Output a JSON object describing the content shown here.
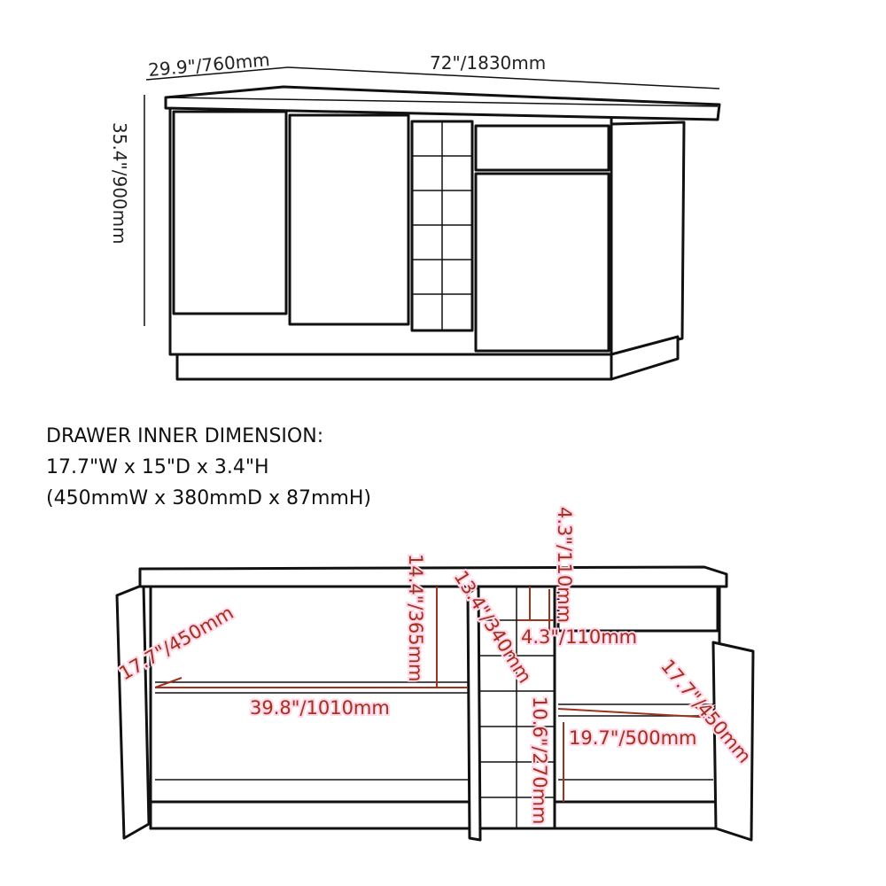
{
  "top_view": {
    "depth_label": "29.9\"/760mm",
    "width_label": "72\"/1830mm",
    "height_label": "35.4\"/900mm"
  },
  "drawer_note": {
    "title": "DRAWER INNER DIMENSION:",
    "imperial": "17.7\"W x 15\"D x 3.4\"H",
    "metric": "(450mmW x 380mmD x 87mmH)"
  },
  "open_view": {
    "left_door_label": "17.7\"/450mm",
    "left_shelf_height_label": "14.4\"/365mm",
    "left_width_label": "39.8\"/1010mm",
    "rack_depth_label": "13.4\"/340mm",
    "drawer_height_label": "4.3\"/110mm",
    "rack_cell_label": "4.3\"/110mm",
    "rack_height_label": "10.6\"/270mm",
    "right_width_label": "19.7\"/500mm",
    "right_door_label": "17.7\"/450mm"
  },
  "colors": {
    "line": "#111111",
    "dimension": "#a0321e",
    "halo": "#ffd6e8"
  }
}
